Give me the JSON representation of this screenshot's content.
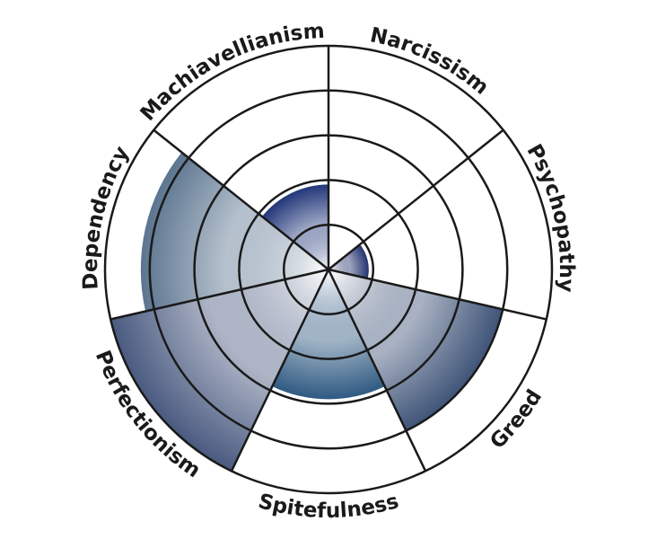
{
  "chart_data": {
    "type": "polar-area",
    "title": "",
    "categories": [
      "Narcissism",
      "Psychopathy",
      "Greed",
      "Spitefulness",
      "Perfectionism",
      "Dependency",
      "Machiavellianism"
    ],
    "values": [
      0,
      0.9,
      4,
      2.9,
      5,
      4.2,
      1.9
    ],
    "rlim": [
      0,
      5
    ],
    "rings": 5,
    "grid": true,
    "colors": [
      "#2a3f7a",
      "#23336e",
      "#3f5478",
      "#2f5a82",
      "#4a5a80",
      "#5c7590",
      "#23377a"
    ]
  }
}
